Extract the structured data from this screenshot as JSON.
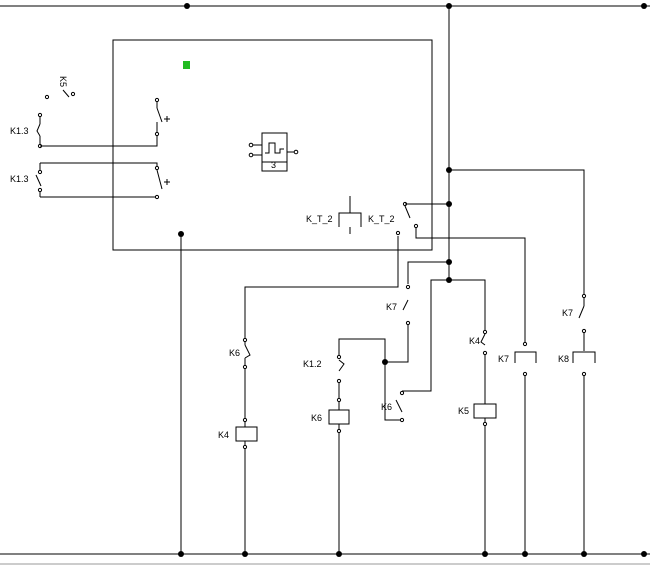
{
  "labels": {
    "k5_top": "K5",
    "k1_3_a": "K1.3",
    "k1_3_b": "K1.3",
    "timer_num": "3",
    "kt2_coil": "K_T_2",
    "kt2_contact": "K_T_2",
    "k7_mid": "K7",
    "k7_right": "K7",
    "k6_left": "K6",
    "k1_2": "K1.2",
    "k6_mid": "K6",
    "k6_coil": "K6",
    "k4_coil": "K4",
    "k4_contact": "K4",
    "k5_coil": "K5",
    "k7_coil": "K7",
    "k8_coil": "K8"
  },
  "colors": {
    "indicator": "#22bb22",
    "wire": "#000000",
    "background": "#ffffff"
  }
}
